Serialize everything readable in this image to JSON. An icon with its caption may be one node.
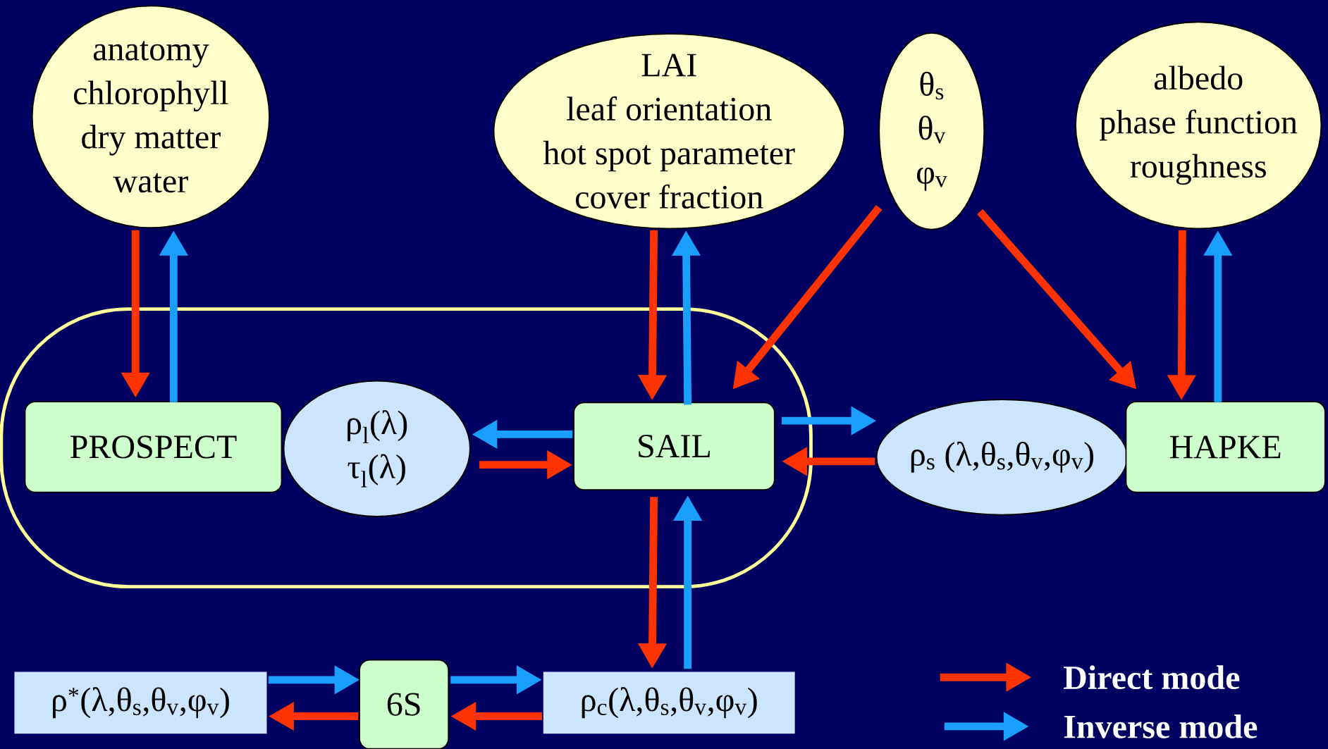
{
  "diagram": {
    "nodes": [
      {
        "text": [
          "anatomy",
          "chlorophyll",
          "dry matter",
          "water"
        ]
      },
      {
        "text": [
          "LAI",
          "leaf orientation",
          "hot spot parameter",
          "cover fraction"
        ]
      },
      {
        "text": [
          "θ$_{s}$",
          "θ$_{v}$",
          "φ$_{v}$"
        ]
      },
      {
        "text": [
          "albedo",
          "phase function",
          "roughness"
        ]
      },
      {
        "text": [],
        "shape": "box"
      },
      {
        "text": [
          "PROSPECT"
        ],
        "in": 4
      },
      {
        "text": [
          "ρ$_{l}$(λ)",
          "τ$_{l}$(λ)"
        ],
        "in": 4
      },
      {
        "text": [
          "SAIL"
        ],
        "in": 4
      },
      {
        "text": [
          "ρ$_{s}$ (λ,θ$_{s}$,θ$_{v}$,φ$_{v}$)"
        ]
      },
      {
        "text": [
          "HAPKE"
        ]
      },
      {
        "text": [
          "ρ$^{*}$(λ,θ$_{s}$,θ$_{v}$,φ$_{v}$)"
        ]
      },
      {
        "text": [
          "6S"
        ]
      },
      {
        "text": [
          "ρ$_{c}$(λ,θ$_{s}$,θ$_{v}$,φ$_{v}$)"
        ]
      }
    ],
    "edges": [
      {
        "from": 0,
        "to": 5,
        "arrow": "to"
      },
      {
        "from": 5,
        "to": 0,
        "arrow": "to",
        "color": "#1a9fff"
      },
      {
        "from": 1,
        "to": 7,
        "arrow": "to"
      },
      {
        "from": 7,
        "to": 1,
        "arrow": "to",
        "color": "#1a9fff"
      },
      {
        "from": 2,
        "to": 7,
        "arrow": "to"
      },
      {
        "from": 2,
        "to": 9,
        "arrow": "to"
      },
      {
        "from": 3,
        "to": 9,
        "arrow": "to"
      },
      {
        "from": 9,
        "to": 3,
        "arrow": "to",
        "color": "#1a9fff"
      },
      {
        "from": 7,
        "to": 6,
        "arrow": "to",
        "color": "#1a9fff"
      },
      {
        "from": 6,
        "to": 7,
        "arrow": "to"
      },
      {
        "from": 7,
        "to": 8,
        "arrow": "to",
        "color": "#1a9fff"
      },
      {
        "from": 8,
        "to": 7,
        "arrow": "to"
      },
      {
        "from": 7,
        "to": 12,
        "arrow": "to"
      },
      {
        "from": 12,
        "to": 7,
        "arrow": "to",
        "color": "#1a9fff"
      },
      {
        "from": 10,
        "to": 11,
        "arrow": "to",
        "color": "#1a9fff"
      },
      {
        "from": 11,
        "to": 10,
        "arrow": "to"
      },
      {
        "from": 11,
        "to": 12,
        "arrow": "to",
        "color": "#1a9fff"
      },
      {
        "from": 12,
        "to": 11,
        "arrow": "to"
      }
    ],
    "legend": [
      {
        "text": "Direct mode"
      },
      {
        "text": "Inverse mode"
      }
    ]
  }
}
